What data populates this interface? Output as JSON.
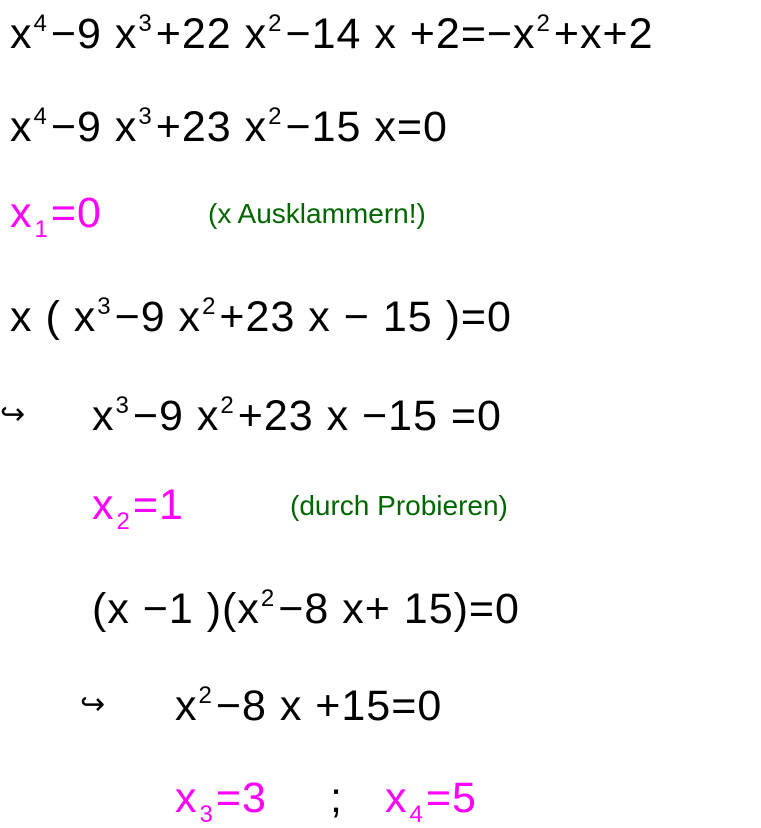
{
  "colors": {
    "solution": "#ff00ff",
    "note": "#006600"
  },
  "lines": [
    {
      "cls": "",
      "parts": [
        "x",
        {
          "sup": "4"
        },
        "−9 x",
        {
          "sup": "3"
        },
        "+22 x",
        {
          "sup": "2"
        },
        "−14 x +2=−x",
        {
          "sup": "2"
        },
        "+x+2"
      ]
    },
    {
      "cls": "",
      "parts": [
        "x",
        {
          "sup": "4"
        },
        "−9 x",
        {
          "sup": "3"
        },
        "+23 x",
        {
          "sup": "2"
        },
        "−15 x=0"
      ]
    },
    {
      "cls": "mag",
      "parts": [
        "x",
        {
          "sub": "1"
        },
        "=0"
      ]
    },
    {
      "cls": "grn",
      "parts": [
        "(x Ausklammern!)"
      ]
    },
    {
      "cls": "",
      "parts": [
        "x ( x",
        {
          "sup": "3"
        },
        "−9 x",
        {
          "sup": "2"
        },
        "+23 x − 15 )=0"
      ]
    },
    {
      "cls": "arrow",
      "parts": [
        "↪"
      ]
    },
    {
      "cls": "",
      "parts": [
        "x",
        {
          "sup": "3"
        },
        "−9 x",
        {
          "sup": "2"
        },
        "+23 x −15 =0"
      ]
    },
    {
      "cls": "mag",
      "parts": [
        "x",
        {
          "sub": "2"
        },
        "=1"
      ]
    },
    {
      "cls": "grn",
      "parts": [
        "(durch Probieren)"
      ]
    },
    {
      "cls": "",
      "parts": [
        "(x −1 )(x",
        {
          "sup": "2"
        },
        "−8 x+ 15)=0"
      ]
    },
    {
      "cls": "arrow",
      "parts": [
        "↪"
      ]
    },
    {
      "cls": "",
      "parts": [
        "x",
        {
          "sup": "2"
        },
        "−8 x +15=0"
      ]
    },
    {
      "cls": "mag",
      "parts": [
        "x",
        {
          "sub": "3"
        },
        "=3"
      ]
    },
    {
      "cls": "",
      "parts": [
        ";"
      ]
    },
    {
      "cls": "mag",
      "parts": [
        "x",
        {
          "sub": "4"
        },
        "=5"
      ]
    }
  ]
}
